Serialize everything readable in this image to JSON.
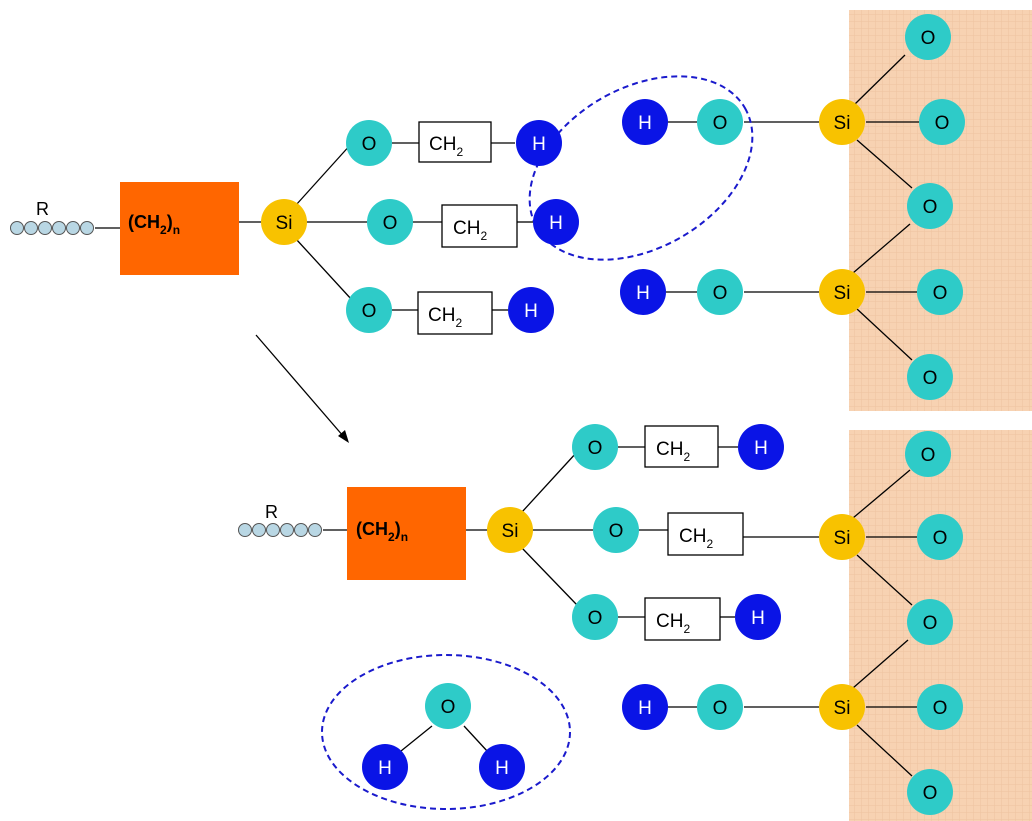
{
  "labels": {
    "oxygen": "O",
    "hydrogen": "H",
    "silicon": "Si",
    "carbon_main": "CH",
    "carbon_sub": "2",
    "chain_main": "(CH",
    "chain_sub2": "2",
    "chain_close": ")",
    "chain_sub_n": "n",
    "r_group": "R"
  },
  "colors": {
    "oxygen": "#2ecbc8",
    "hydrogen": "#0a14e6",
    "silicon": "#f8c200",
    "chain_box": "#ff6600",
    "substrate": "#f7d2b2",
    "substrate_grid": "#eec3a0",
    "ellipse": "#1a1acc",
    "bead": "#b9d7e4"
  }
}
